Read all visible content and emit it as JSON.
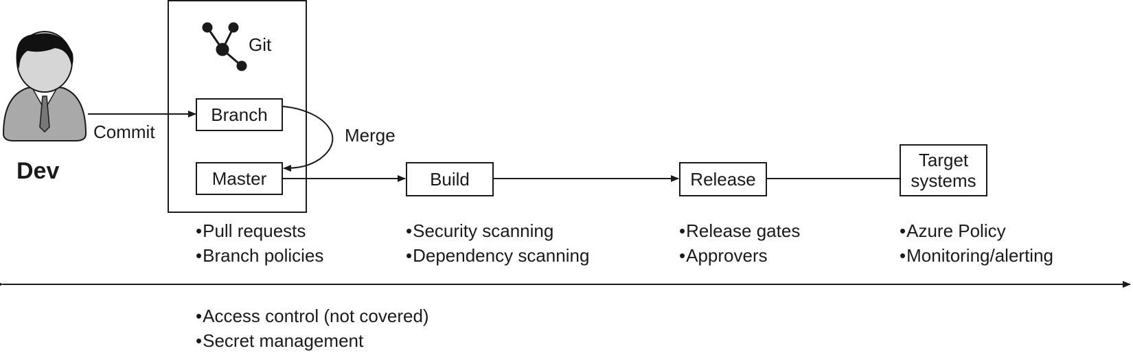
{
  "actor": {
    "label": "Dev",
    "icon": "developer-avatar-icon"
  },
  "git": {
    "label": "Git",
    "icon": "git-branch-icon"
  },
  "edges": {
    "commit": "Commit",
    "merge": "Merge"
  },
  "nodes": {
    "branch": "Branch",
    "master": "Master",
    "build": "Build",
    "release": "Release",
    "target": [
      "Target",
      "systems"
    ]
  },
  "controls": {
    "git": [
      "Pull requests",
      "Branch policies"
    ],
    "build": [
      "Security scanning",
      "Dependency scanning"
    ],
    "release": [
      "Release gates",
      "Approvers"
    ],
    "target": [
      "Azure Policy",
      "Monitoring/alerting"
    ],
    "overall": [
      "Access control (not covered)",
      "Secret management"
    ]
  },
  "colors": {
    "line": "#1a1a1a",
    "avatar_suit": "#a9a9a9",
    "avatar_hair": "#111111",
    "avatar_skin": "#d6d6d6"
  }
}
